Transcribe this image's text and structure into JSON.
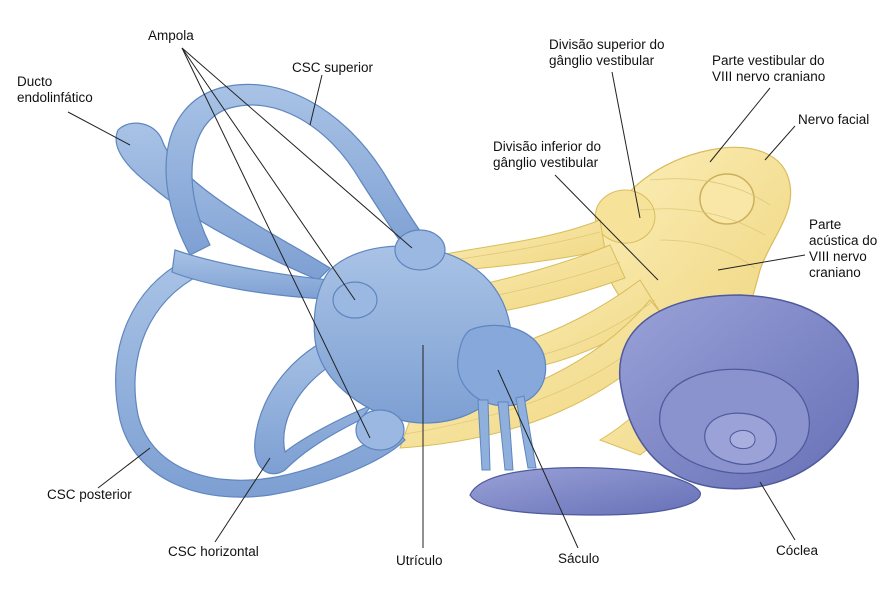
{
  "labels": {
    "ampola": "Ampola",
    "csc_superior": "CSC superior",
    "ducto_endolinfatico": [
      "Ducto",
      "endolinfático"
    ],
    "divisao_superior": [
      "Divisão superior do",
      "gânglio vestibular"
    ],
    "parte_vestibular": [
      "Parte vestibular do",
      "VIII nervo craniano"
    ],
    "nervo_facial": "Nervo facial",
    "divisao_inferior": [
      "Divisão inferior do",
      "gânglio vestibular"
    ],
    "parte_acustica": [
      "Parte",
      "acústica do",
      "VIII nervo",
      "craniano"
    ],
    "csc_posterior": "CSC posterior",
    "csc_horizontal": "CSC horizontal",
    "utriculo": "Utrículo",
    "saculo": "Sáculo",
    "coclea": "Cóclea"
  },
  "colors": {
    "labyrinth": "#8fb0dc",
    "labyrinth_dark": "#5f86bf",
    "nerve": "#f6e39a",
    "nerve_dark": "#d9bd5c",
    "cochlea": "#7f88c7",
    "cochlea_dark": "#4f5a9c",
    "leader_line": "#222222"
  }
}
